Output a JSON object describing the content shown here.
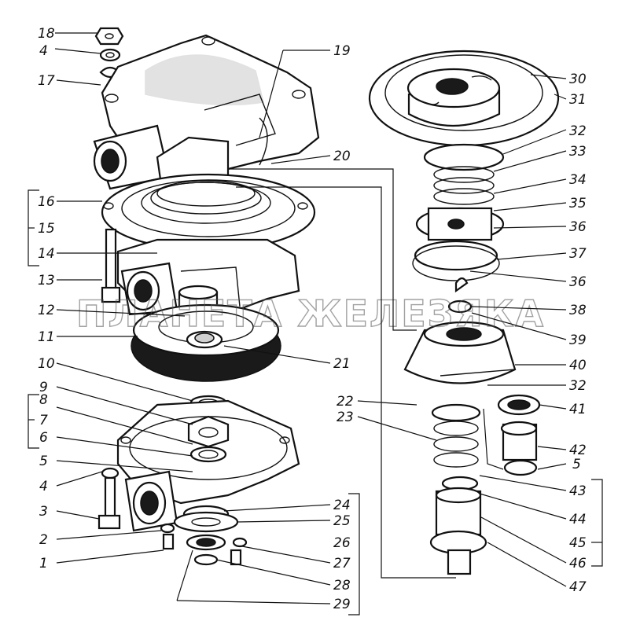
{
  "watermark": "ПЛАНЕТА ЖЕЛЕЗЯКА",
  "labels": {
    "l1": "1",
    "l2": "2",
    "l3": "3",
    "l4a": "4",
    "l4b": "4",
    "l5a": "5",
    "l5b": "5",
    "l6": "6",
    "l7": "7",
    "l8": "8",
    "l9": "9",
    "l10": "10",
    "l11": "11",
    "l12": "12",
    "l13": "13",
    "l14": "14",
    "l15": "15",
    "l16": "16",
    "l17": "17",
    "l18": "18",
    "l19": "19",
    "l20": "20",
    "l21": "21",
    "l22": "22",
    "l23": "23",
    "l24": "24",
    "l25": "25",
    "l26": "26",
    "l27": "27",
    "l28": "28",
    "l29": "29",
    "l30": "30",
    "l31": "31",
    "l32a": "32",
    "l32b": "32",
    "l33": "33",
    "l34": "34",
    "l35": "35",
    "l36a": "36",
    "l36b": "36",
    "l37": "37",
    "l38": "38",
    "l39": "39",
    "l40": "40",
    "l41": "41",
    "l42": "42",
    "l43": "43",
    "l44": "44",
    "l45": "45",
    "l46": "46",
    "l47": "47"
  },
  "colors": {
    "ink": "#111111",
    "paper": "#ffffff",
    "watermark": "#555555"
  }
}
